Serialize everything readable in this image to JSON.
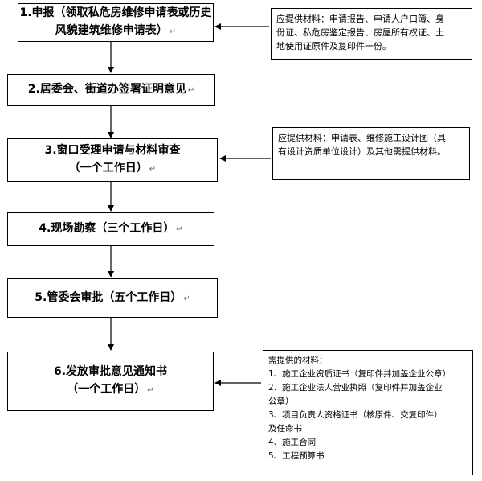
{
  "steps": [
    {
      "lines": [
        "1.申报（领取私危房维修申请表或历史",
        "风貌建筑维修申请表）"
      ]
    },
    {
      "lines": [
        "2.居委会、街道办签署证明意见"
      ]
    },
    {
      "lines": [
        "3.窗口受理申请与材料审查",
        "（一个工作日）"
      ]
    },
    {
      "lines": [
        "4.现场勘察（三个工作日）"
      ]
    },
    {
      "lines": [
        "5.管委会审批（五个工作日）"
      ]
    },
    {
      "lines": [
        "6.发放审批意见通知书",
        "（一个工作日）"
      ]
    }
  ],
  "notes": {
    "step1": {
      "lines": [
        "应提供材料：申请报告、申请人户口簿、身",
        "份证、私危房鉴定报告、房屋所有权证、土",
        "地使用证原件及复印件一份。"
      ]
    },
    "step3": {
      "lines": [
        "应提供材料：申请表、维修施工设计图（具",
        "有设计资质单位设计）及其他需提供材料。"
      ]
    },
    "step6": {
      "lines": [
        "需提供的材料：",
        "1、施工企业资质证书（复印件并加盖企业公章）",
        "2、施工企业法人营业执照（复印件并加盖企业",
        "公章）",
        "3、项目负责人资格证书（核原件、交复印件）",
        "及任命书",
        "4、施工合同",
        "5、工程预算书"
      ]
    }
  },
  "mark": "↵"
}
